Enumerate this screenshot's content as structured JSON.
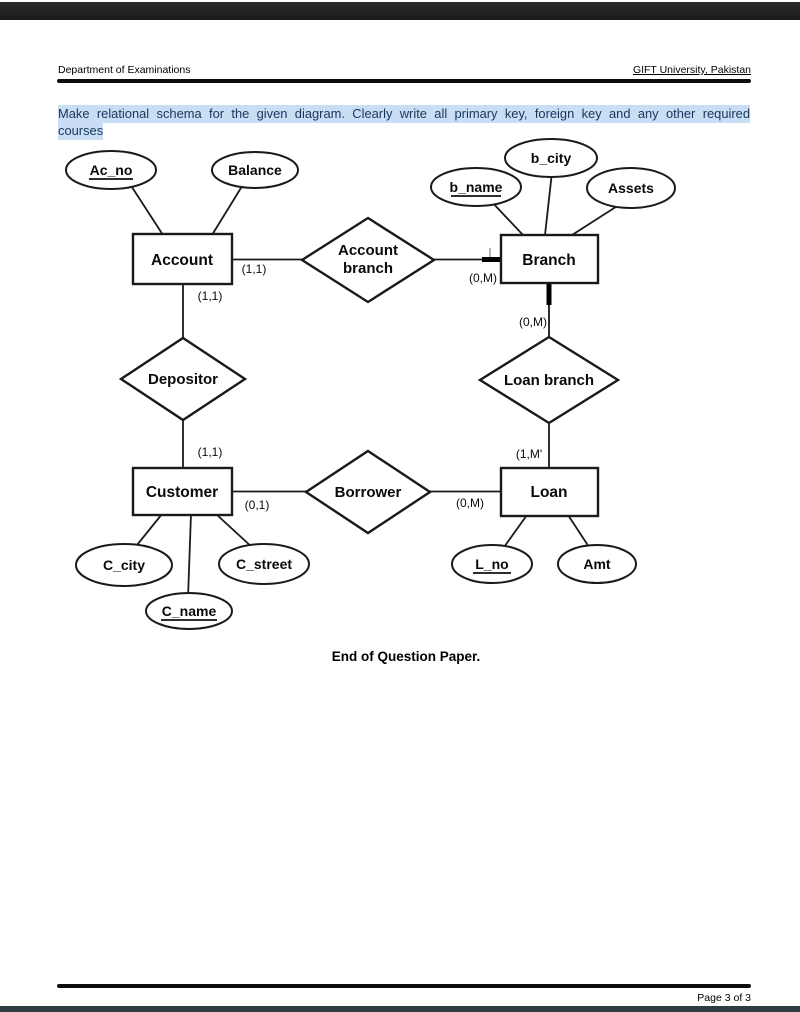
{
  "header": {
    "left": "Department of Examinations",
    "right": "GIFT University, Pakistan"
  },
  "question": {
    "line1": "Make relational schema for the given diagram. Clearly write all primary key, foreign key and any other required",
    "line2": "courses"
  },
  "footer": {
    "end_note": "End of Question Paper.",
    "page_number": "Page 3 of 3"
  },
  "colors": {
    "highlight": "#c9def5",
    "question_text": "#17375d",
    "top_bar": "#232323",
    "bottom_bar": "#2e3d40",
    "diagram_stroke": "#1a1a1a"
  },
  "diagram": {
    "entities": [
      {
        "label": "Account"
      },
      {
        "label": "Branch"
      },
      {
        "label": "Customer"
      },
      {
        "label": "Loan"
      }
    ],
    "relationships": [
      {
        "line1": "Account",
        "line2": "branch"
      },
      {
        "label": "Depositor"
      },
      {
        "label": "Loan branch"
      },
      {
        "label": "Borrower"
      }
    ],
    "attributes": [
      {
        "label": "Ac_no",
        "primary_key": true
      },
      {
        "label": "Balance",
        "primary_key": false
      },
      {
        "label": "b_name",
        "primary_key": true
      },
      {
        "label": "b_city",
        "primary_key": false
      },
      {
        "label": "Assets",
        "primary_key": false
      },
      {
        "label": "C_city",
        "primary_key": false
      },
      {
        "label": "C_street",
        "primary_key": false
      },
      {
        "label": "C_name",
        "primary_key": true
      },
      {
        "label": "L_no",
        "primary_key": true
      },
      {
        "label": "Amt",
        "primary_key": false
      }
    ],
    "cardinalities": [
      {
        "text": "(1,1)"
      },
      {
        "text": "(0,M)"
      },
      {
        "text": "(1,1)"
      },
      {
        "text": "(0,M)"
      },
      {
        "text": "(1,1)"
      },
      {
        "text": "(1,M'"
      },
      {
        "text": "(0,1)"
      },
      {
        "text": "(0,M)"
      }
    ]
  }
}
